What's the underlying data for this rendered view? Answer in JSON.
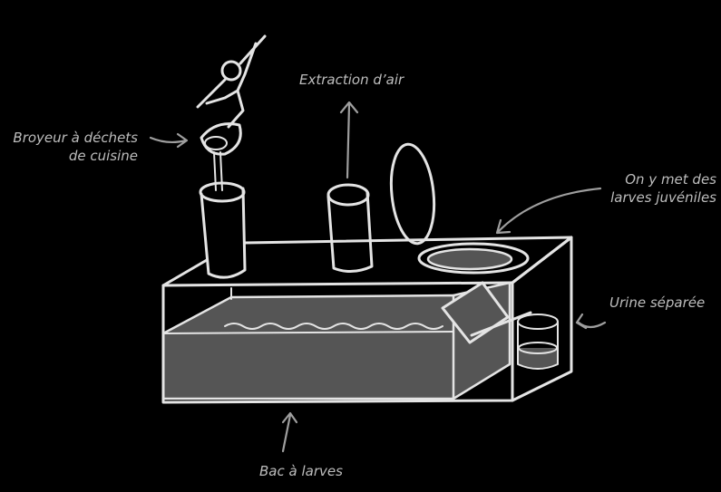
{
  "labels": {
    "grinder": "Broyeur à déchets\nde cuisine",
    "air": "Extraction d’air",
    "larvae_in": "On y met des\nlarves juvéniles",
    "urine": "Urine séparée",
    "bin": "Bac à larves"
  },
  "colors": {
    "background": "#000000",
    "line": "#e4e4e4",
    "fill_dark": "#555555",
    "label": "#bdbdbd",
    "arrow": "#9e9e9e"
  }
}
